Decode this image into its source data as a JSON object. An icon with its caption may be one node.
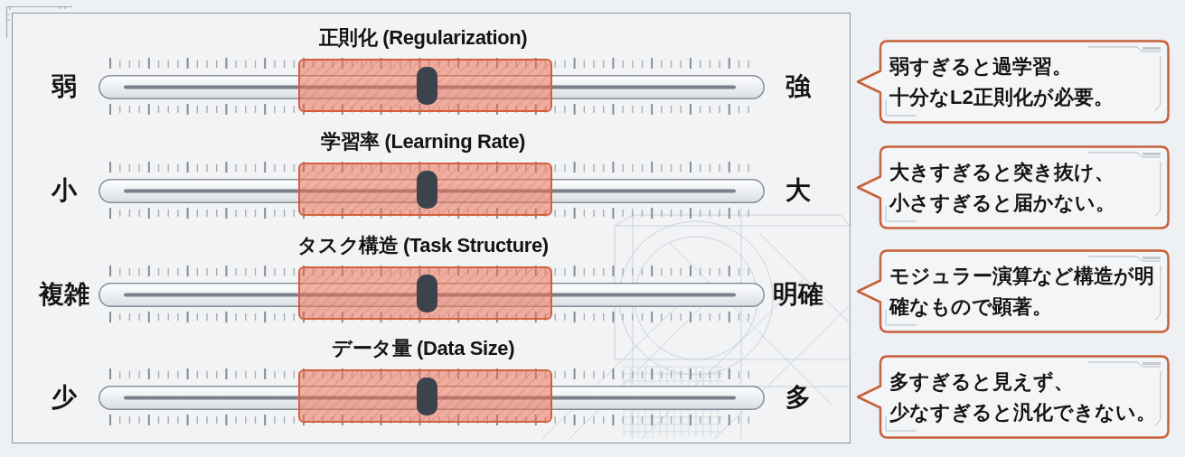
{
  "diagram": {
    "nodes": [
      {
        "text": [
          "弱すぎると過学習。十分なL2正則化が必要。"
        ]
      },
      {
        "text": [
          "大きすぎると突き抜け、小さすぎると届かない。"
        ]
      },
      {
        "text": [
          "モジュラー演算など構造が明確なもので顕著。"
        ]
      },
      {
        "text": [
          "多すぎると見えず、少なすぎると汎化できない。"
        ]
      }
    ],
    "labels": [
      "正則化 (Regularization)",
      "弱",
      "強",
      "学習率 (Learning Rate)",
      "小",
      "大",
      "タスク構造 (Task Structure)",
      "複雑",
      "明確",
      "データ量 (Data Size)",
      "少",
      "多"
    ]
  }
}
